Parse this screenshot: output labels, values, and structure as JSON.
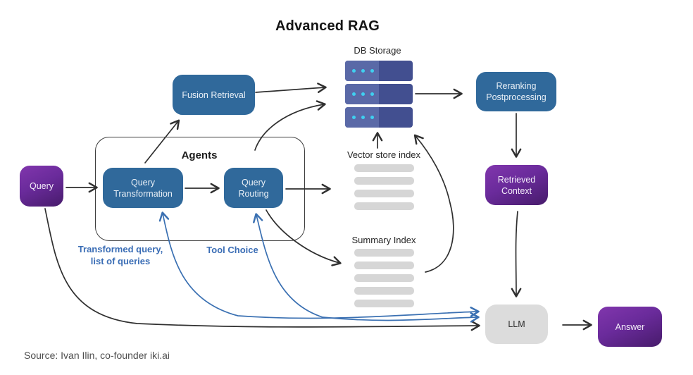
{
  "title": "Advanced RAG",
  "source": "Source: Ivan Ilin, co-founder iki.ai",
  "colors": {
    "node_blue": "#30699b",
    "node_purple_light": "#8136ad",
    "node_purple_dark": "#471b6b",
    "node_gray": "#dcdcdc",
    "arrow_black": "#2f2f2f",
    "arrow_blue": "#3a70b2",
    "annotation_blue": "#3a6db5",
    "db_server_left": "#5a69a7",
    "db_server_right": "#424f90",
    "db_server_dot": "#3fd0f0",
    "index_bar_gray": "#d6d6d6"
  },
  "nodes": {
    "query": {
      "label": "Query",
      "variant": "purple"
    },
    "agents": {
      "label": "Agents",
      "variant": "container"
    },
    "query_transformation": {
      "label": "Query Transformation",
      "variant": "blue"
    },
    "query_routing": {
      "label": "Query Routing",
      "variant": "blue"
    },
    "fusion_retrieval": {
      "label": "Fusion Retrieval",
      "variant": "blue"
    },
    "db_storage": {
      "label": "DB Storage",
      "variant": "icon"
    },
    "vector_store_index": {
      "label": "Vector store index",
      "variant": "bars",
      "bar_count": 4
    },
    "summary_index": {
      "label": "Summary Index",
      "variant": "bars",
      "bar_count": 5
    },
    "reranking_postprocessing": {
      "label": "Reranking Postprocessing",
      "variant": "blue"
    },
    "retrieved_context": {
      "label": "Retrieved Context",
      "variant": "purple"
    },
    "llm": {
      "label": "LLM",
      "variant": "gray"
    },
    "answer": {
      "label": "Answer",
      "variant": "purple"
    }
  },
  "annotations": {
    "transformed_query_line1": "Transformed query,",
    "transformed_query_line2": "list of queries",
    "tool_choice": "Tool Choice"
  },
  "edges": [
    {
      "from": "query",
      "to": "query_transformation",
      "color": "black"
    },
    {
      "from": "query_transformation",
      "to": "query_routing",
      "color": "black"
    },
    {
      "from": "query_transformation",
      "to": "fusion_retrieval",
      "color": "black"
    },
    {
      "from": "fusion_retrieval",
      "to": "db_storage",
      "color": "black"
    },
    {
      "from": "query_routing",
      "to": "db_storage",
      "color": "black"
    },
    {
      "from": "query_routing",
      "to": "vector_store_index",
      "color": "black"
    },
    {
      "from": "query_routing",
      "to": "summary_index",
      "color": "black"
    },
    {
      "from": "summary_index",
      "to": "db_storage",
      "color": "black"
    },
    {
      "from": "vector_store_index",
      "to": "db_storage",
      "color": "black"
    },
    {
      "from": "db_storage",
      "to": "reranking_postprocessing",
      "color": "black"
    },
    {
      "from": "reranking_postprocessing",
      "to": "retrieved_context",
      "color": "black"
    },
    {
      "from": "retrieved_context",
      "to": "llm",
      "color": "black"
    },
    {
      "from": "query",
      "to": "llm",
      "color": "black"
    },
    {
      "from": "llm",
      "to": "query_transformation",
      "color": "blue",
      "bidirectional": true,
      "label": "Transformed query, list of queries"
    },
    {
      "from": "llm",
      "to": "query_routing",
      "color": "blue",
      "bidirectional": true,
      "label": "Tool Choice"
    },
    {
      "from": "llm",
      "to": "answer",
      "color": "black"
    }
  ]
}
